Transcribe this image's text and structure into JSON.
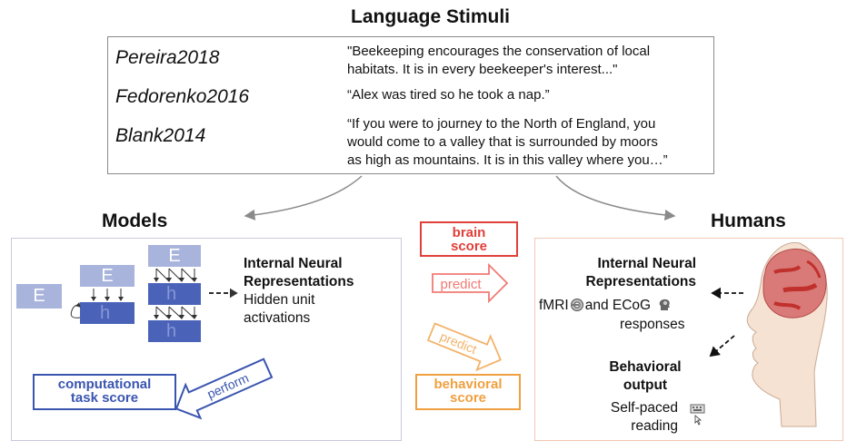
{
  "header": {
    "title": "Language Stimuli"
  },
  "stimuli": [
    {
      "dataset": "Pereira2018",
      "lines": [
        "\"Beekeeping encourages the conservation of local",
        "habitats. It is in every beekeeper's interest...\""
      ]
    },
    {
      "dataset": "Fedorenko2016",
      "lines": [
        "“Alex was tired so he took a nap.”"
      ]
    },
    {
      "dataset": "Blank2014",
      "lines": [
        "“If you were to journey to the North of England, you",
        "would come to a valley that is surrounded by moors",
        "as high as mountains. It is in this valley where you…”"
      ]
    }
  ],
  "models": {
    "title": "Models",
    "encoder_letter": "E",
    "hidden_letter": "h",
    "internal_title_1": "Internal Neural",
    "internal_title_2": "Representations",
    "hidden_1": "Hidden unit",
    "hidden_2": "activations",
    "task_score_1": "computational",
    "task_score_2": "task score",
    "perform": "perform"
  },
  "center": {
    "brain_score_1": "brain",
    "brain_score_2": "score",
    "predict_top": "predict",
    "predict_bottom": "predict",
    "behavioral_score_1": "behavioral",
    "behavioral_score_2": "score"
  },
  "humans": {
    "title": "Humans",
    "internal_title_1": "Internal Neural",
    "internal_title_2": "Representations",
    "fmri": "fMRI",
    "ecog": "and ECoG",
    "responses": "responses",
    "behavioral_1": "Behavioral",
    "behavioral_2": "output",
    "selfpaced_1": "Self-paced",
    "selfpaced_2": "reading"
  },
  "colors": {
    "brain_red": "#e0403a",
    "behavior_orange": "#f0a040",
    "model_blue": "#3a55b0"
  }
}
